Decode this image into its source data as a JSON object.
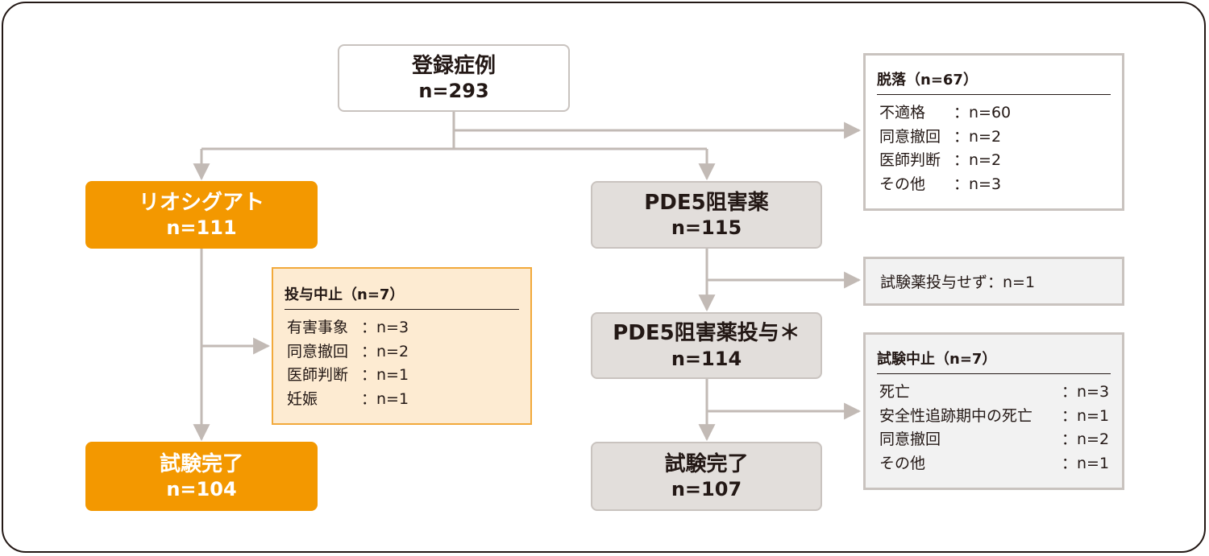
{
  "colors": {
    "orange": "#f39800",
    "gray_box": "#e2dedb",
    "border_gray": "#c9c3bf",
    "orange_panel": "#fdebd2",
    "line": "#c2bab5"
  },
  "enrolled": {
    "title": "登録症例",
    "n": "n=293"
  },
  "riociguat": {
    "title": "リオシグアト",
    "n": "n=111"
  },
  "riociguat_complete": {
    "title": "試験完了",
    "n": "n=104"
  },
  "pde5": {
    "title": "PDE5阻害薬",
    "n": "n=115"
  },
  "pde5_dosed": {
    "title": "PDE5阻害薬投与＊",
    "n": "n=114"
  },
  "pde5_complete": {
    "title": "試験完了",
    "n": "n=107"
  },
  "dropout": {
    "header": "脱落（n=67）",
    "rows": [
      {
        "label": "不適格",
        "value": "：n=60"
      },
      {
        "label": "同意撤回",
        "value": "：n=2"
      },
      {
        "label": "医師判断",
        "value": "：n=2"
      },
      {
        "label": "その他",
        "value": "：n=3"
      }
    ]
  },
  "riociguat_discontinued": {
    "header": "投与中止（n=7）",
    "rows": [
      {
        "label": "有害事象",
        "value": "：n=3"
      },
      {
        "label": "同意撤回",
        "value": "：n=2"
      },
      {
        "label": "医師判断",
        "value": "：n=1"
      },
      {
        "label": "妊娠",
        "value": "：n=1"
      }
    ]
  },
  "not_dosed": {
    "text": "試験薬投与せず：n=1"
  },
  "study_discontinued": {
    "header": "試験中止（n=7）",
    "rows": [
      {
        "label": "死亡",
        "value": "：n=3"
      },
      {
        "label": "安全性追跡期中の死亡",
        "value": "：n=1"
      },
      {
        "label": "同意撤回",
        "value": "：n=2"
      },
      {
        "label": "その他",
        "value": "：n=1"
      }
    ]
  }
}
